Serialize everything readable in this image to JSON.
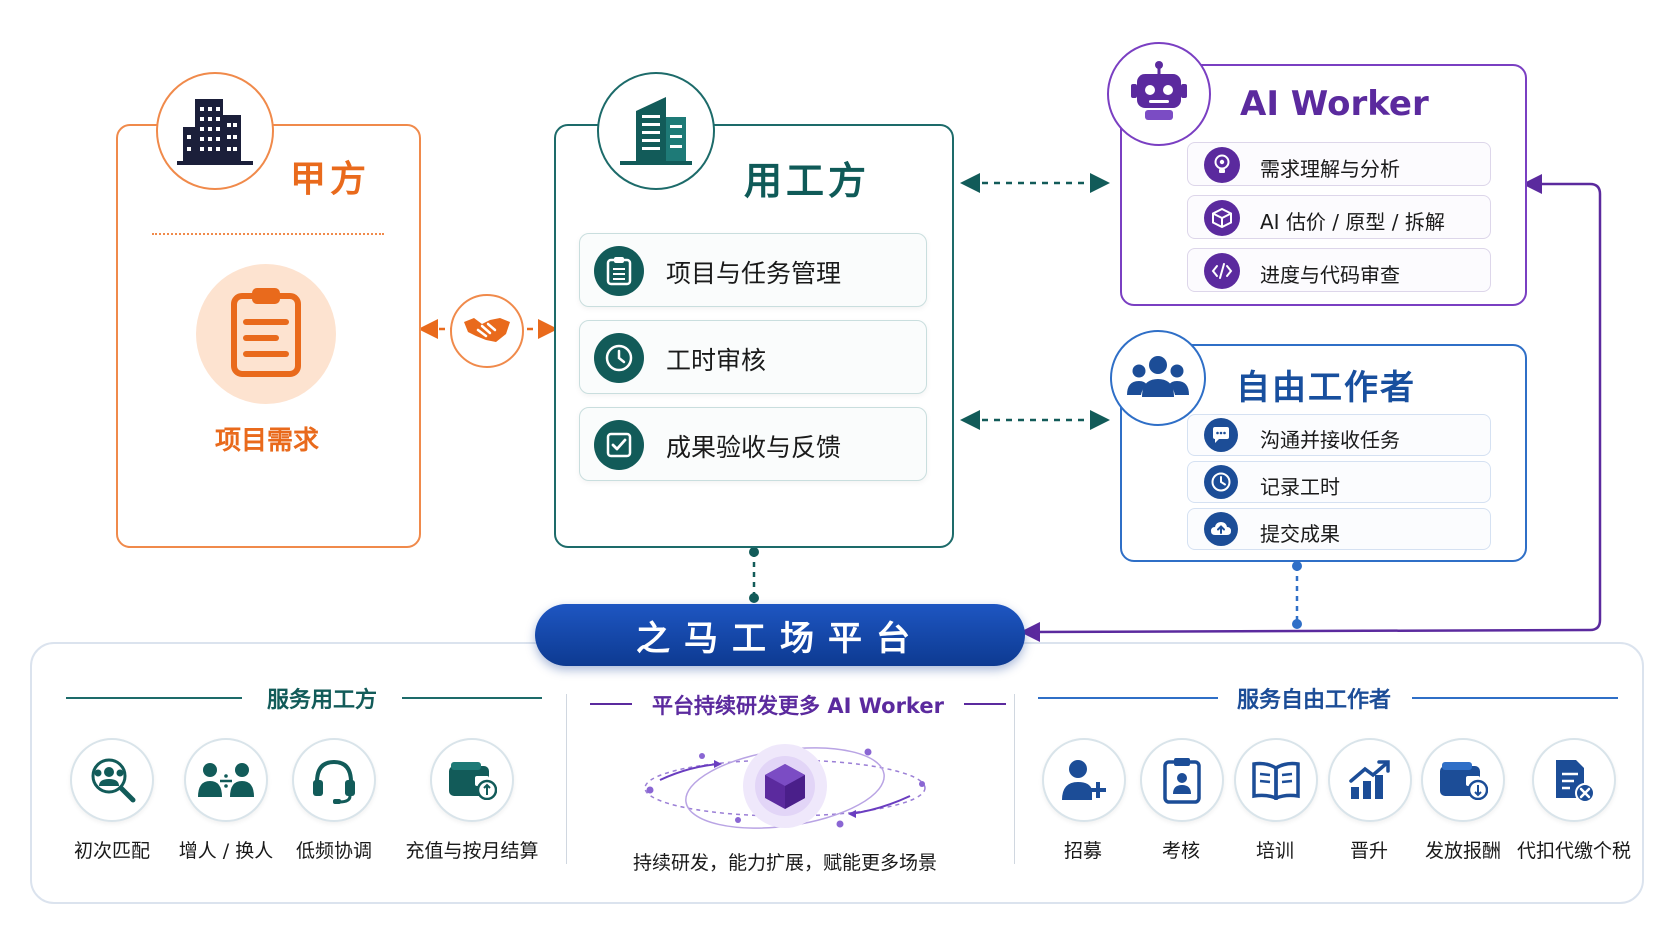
{
  "party_a": {
    "title": "甲方",
    "requirement": "项目需求"
  },
  "employer": {
    "title": "用工方",
    "items": [
      {
        "label": "项目与任务管理",
        "icon": "clipboard-list-icon"
      },
      {
        "label": "工时审核",
        "icon": "clock-icon"
      },
      {
        "label": "成果验收与反馈",
        "icon": "checkbox-icon"
      }
    ]
  },
  "ai_worker": {
    "title": "AI Worker",
    "items": [
      {
        "label": "需求理解与分析",
        "icon": "lightbulb-icon"
      },
      {
        "label": "AI 估价 / 原型 / 拆解",
        "icon": "cube-icon"
      },
      {
        "label": "进度与代码审查",
        "icon": "code-icon"
      }
    ]
  },
  "freelancer": {
    "title": "自由工作者",
    "items": [
      {
        "label": "沟通并接收任务",
        "icon": "chat-icon"
      },
      {
        "label": "记录工时",
        "icon": "clock-icon"
      },
      {
        "label": "提交成果",
        "icon": "cloud-upload-icon"
      }
    ]
  },
  "platform": {
    "name": "之马工场平台"
  },
  "services": {
    "employer_section": {
      "title": "服务用工方",
      "items": [
        {
          "label": "初次匹配",
          "icon": "people-search-icon"
        },
        {
          "label": "增人 / 换人",
          "icon": "people-swap-icon"
        },
        {
          "label": "低频协调",
          "icon": "headset-icon"
        },
        {
          "label": "充值与按月结算",
          "icon": "wallet-icon"
        }
      ]
    },
    "ai_section": {
      "title": "平台持续研发更多 AI Worker",
      "caption": "持续研发，能力扩展，赋能更多场景"
    },
    "freelancer_section": {
      "title": "服务自由工作者",
      "items": [
        {
          "label": "招募",
          "icon": "user-add-icon"
        },
        {
          "label": "考核",
          "icon": "assessment-icon"
        },
        {
          "label": "培训",
          "icon": "book-icon"
        },
        {
          "label": "晋升",
          "icon": "growth-chart-icon"
        },
        {
          "label": "发放报酬",
          "icon": "payout-wallet-icon"
        },
        {
          "label": "代扣代缴个税",
          "icon": "tax-document-icon"
        }
      ]
    }
  },
  "colors": {
    "party_a": "#e96a1c",
    "employer": "#125b59",
    "ai_worker": "#5b2a9e",
    "freelancer": "#1c4d97",
    "platform": "#0d3a91"
  }
}
